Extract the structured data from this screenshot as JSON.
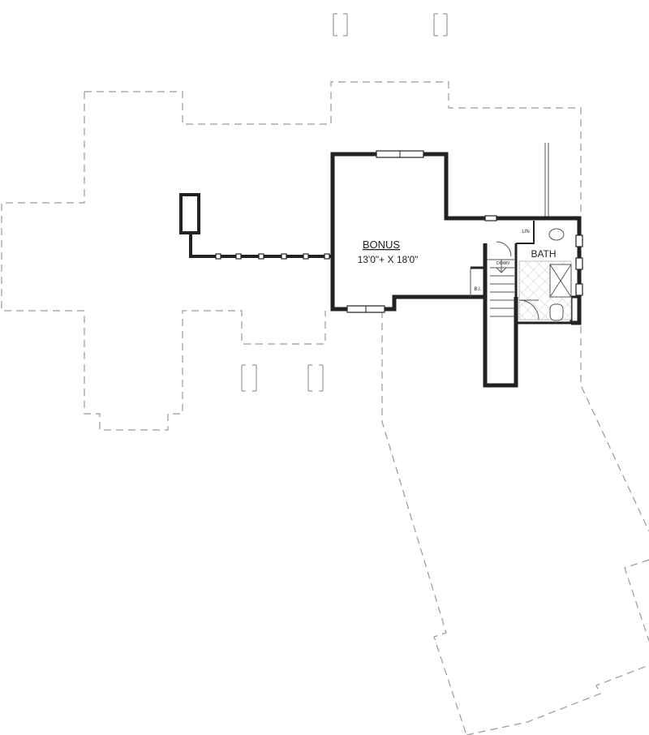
{
  "rooms": {
    "bonus": {
      "name": "BONUS",
      "dimensions": "13'0\"+ X 18'0\""
    },
    "bath": {
      "name": "BATH"
    },
    "linen": {
      "label": "LIN"
    },
    "built_in": {
      "label": "B.I."
    },
    "stair": {
      "label": "DOWN"
    }
  }
}
